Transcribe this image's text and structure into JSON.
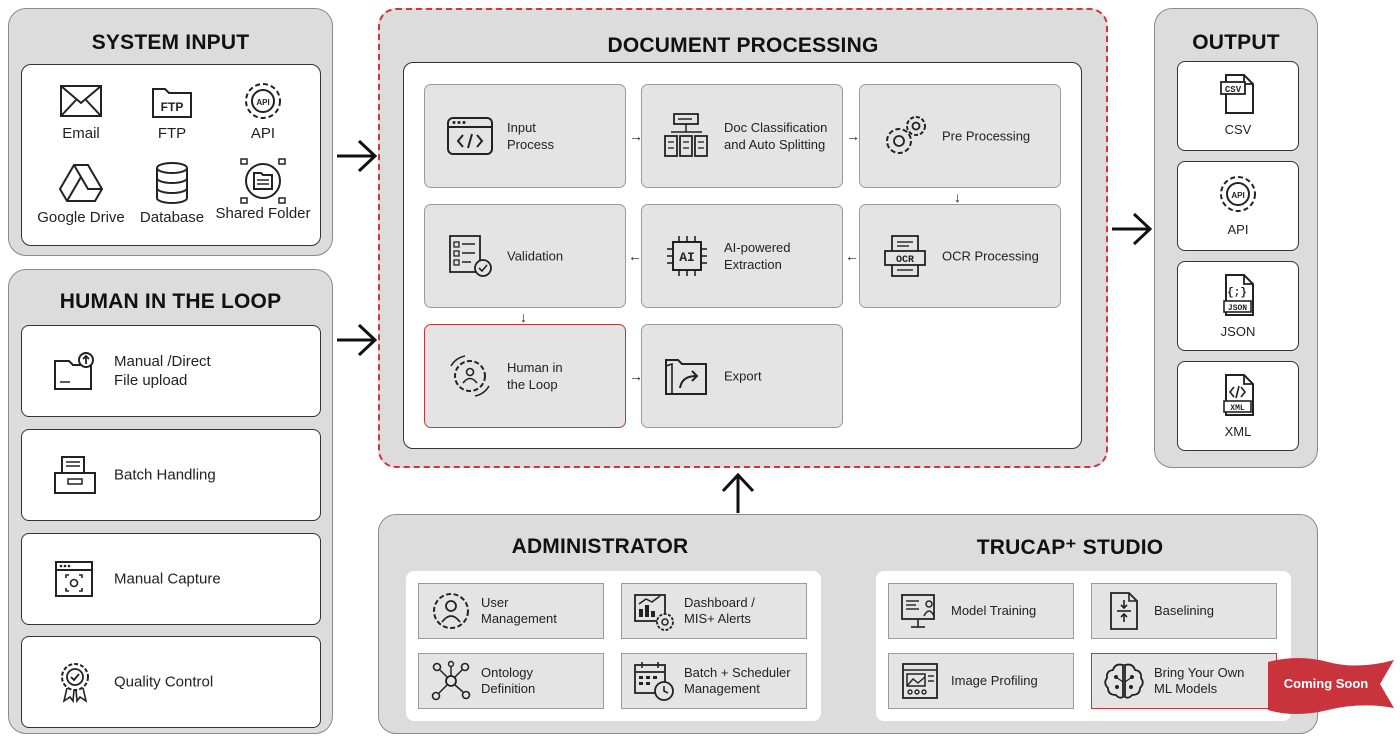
{
  "system_input": {
    "title": "SYSTEM INPUT",
    "sources": [
      {
        "label": "Email",
        "icon": "envelope-icon"
      },
      {
        "label": "FTP",
        "icon": "ftp-folder-icon"
      },
      {
        "label": "API",
        "icon": "api-gear-icon"
      },
      {
        "label": "Google Drive",
        "icon": "google-drive-icon"
      },
      {
        "label": "Database",
        "icon": "database-icon"
      },
      {
        "label": "Shared Folder",
        "icon": "shared-folder-icon"
      }
    ]
  },
  "human_loop": {
    "title": "HUMAN IN THE LOOP",
    "items": [
      {
        "label": "Manual /Direct\nFile upload",
        "icon": "file-upload-icon"
      },
      {
        "label": "Batch Handling",
        "icon": "file-tray-icon"
      },
      {
        "label": "Manual Capture",
        "icon": "capture-window-icon"
      },
      {
        "label": "Quality Control",
        "icon": "quality-badge-icon"
      }
    ]
  },
  "document_processing": {
    "title": "DOCUMENT PROCESSING",
    "cells": [
      {
        "label": "Input\nProcess",
        "icon": "code-window-icon"
      },
      {
        "label": "Doc Classification\nand Auto Splitting",
        "icon": "doc-split-icon"
      },
      {
        "label": "Pre Processing",
        "icon": "gears-icon"
      },
      {
        "label": "Validation",
        "icon": "checklist-icon"
      },
      {
        "label": "AI-powered\nExtraction",
        "icon": "ai-chip-icon"
      },
      {
        "label": "OCR Processing",
        "icon": "ocr-scan-icon"
      },
      {
        "label": "Human in\nthe Loop",
        "icon": "human-gear-icon"
      },
      {
        "label": "Export",
        "icon": "export-folder-icon"
      }
    ]
  },
  "output": {
    "title": "OUTPUT",
    "items": [
      {
        "label": "CSV",
        "icon": "csv-file-icon",
        "tag": "CSV"
      },
      {
        "label": "API",
        "icon": "api-gear-icon",
        "tag": "API"
      },
      {
        "label": "JSON",
        "icon": "json-file-icon",
        "tag": "JSON"
      },
      {
        "label": "XML",
        "icon": "xml-file-icon",
        "tag": "XML"
      }
    ]
  },
  "administrator": {
    "title": "ADMINISTRATOR",
    "items": [
      {
        "label": "User\nManagement",
        "icon": "user-gear-icon"
      },
      {
        "label": "Dashboard /\nMIS+ Alerts",
        "icon": "dashboard-icon"
      },
      {
        "label": "Ontology\nDefinition",
        "icon": "network-icon"
      },
      {
        "label": "Batch + Scheduler\nManagement",
        "icon": "calendar-clock-icon"
      }
    ]
  },
  "studio": {
    "title": "TRUCAP⁺ STUDIO",
    "items": [
      {
        "label": "Model Training",
        "icon": "training-board-icon"
      },
      {
        "label": "Baselining",
        "icon": "baseline-file-icon"
      },
      {
        "label": "Image Profiling",
        "icon": "image-profile-icon"
      },
      {
        "label": "Bring Your Own\nML Models",
        "icon": "brain-icon"
      }
    ],
    "badge": "Coming Soon"
  },
  "colors": {
    "panel": "#dcdcdc",
    "cell": "#e4e4e4",
    "accent_red": "#c9343c",
    "dashed_border": "#d0353d"
  }
}
